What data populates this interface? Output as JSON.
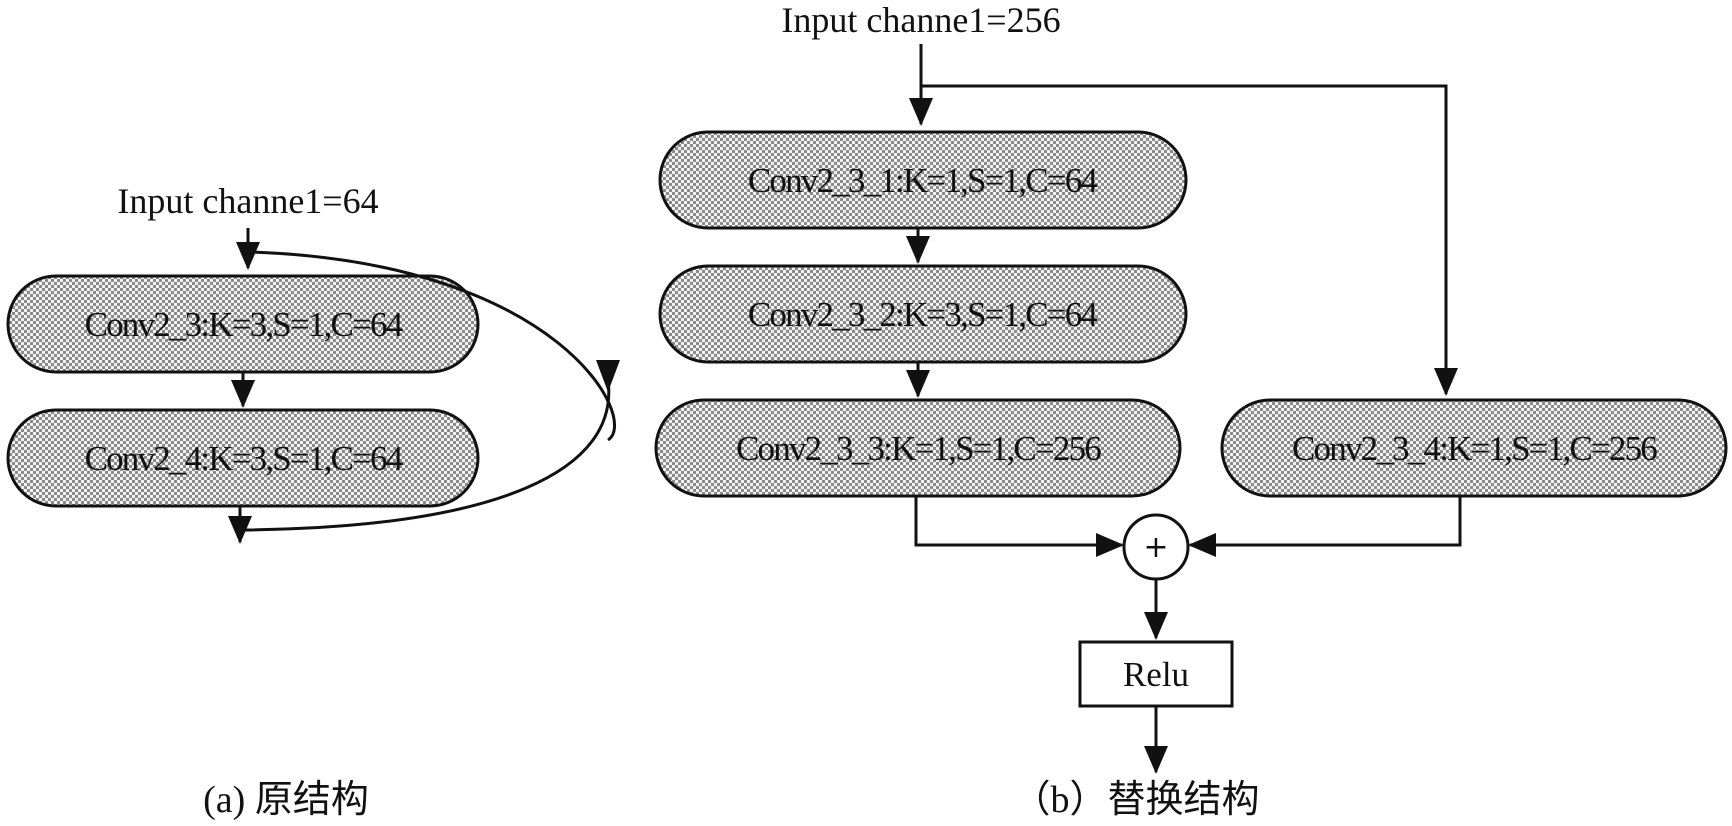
{
  "panel_a": {
    "input_label": "Input channe1=64",
    "nodes": [
      {
        "id": "conv2_3",
        "label": "Conv2_3:K=3,S=1,C=64"
      },
      {
        "id": "conv2_4",
        "label": "Conv2_4:K=3,S=1,C=64"
      }
    ],
    "caption": "(a) 原结构"
  },
  "panel_b": {
    "input_label": "Input channe1=256",
    "nodes": [
      {
        "id": "conv2_3_1",
        "label": "Conv2_3_1:K=1,S=1,C=64"
      },
      {
        "id": "conv2_3_2",
        "label": "Conv2_3_2:K=3,S=1,C=64"
      },
      {
        "id": "conv2_3_3",
        "label": "Conv2_3_3:K=1,S=1,C=256"
      },
      {
        "id": "conv2_3_4",
        "label": "Conv2_3_4:K=1,S=1,C=256"
      }
    ],
    "sum_symbol": "+",
    "activation": "Relu",
    "caption": "（b）替换结构"
  },
  "colors": {
    "stroke": "#111111",
    "node_fill_light": "#f2f2f2",
    "node_fill_dark": "#8a8a8a"
  }
}
